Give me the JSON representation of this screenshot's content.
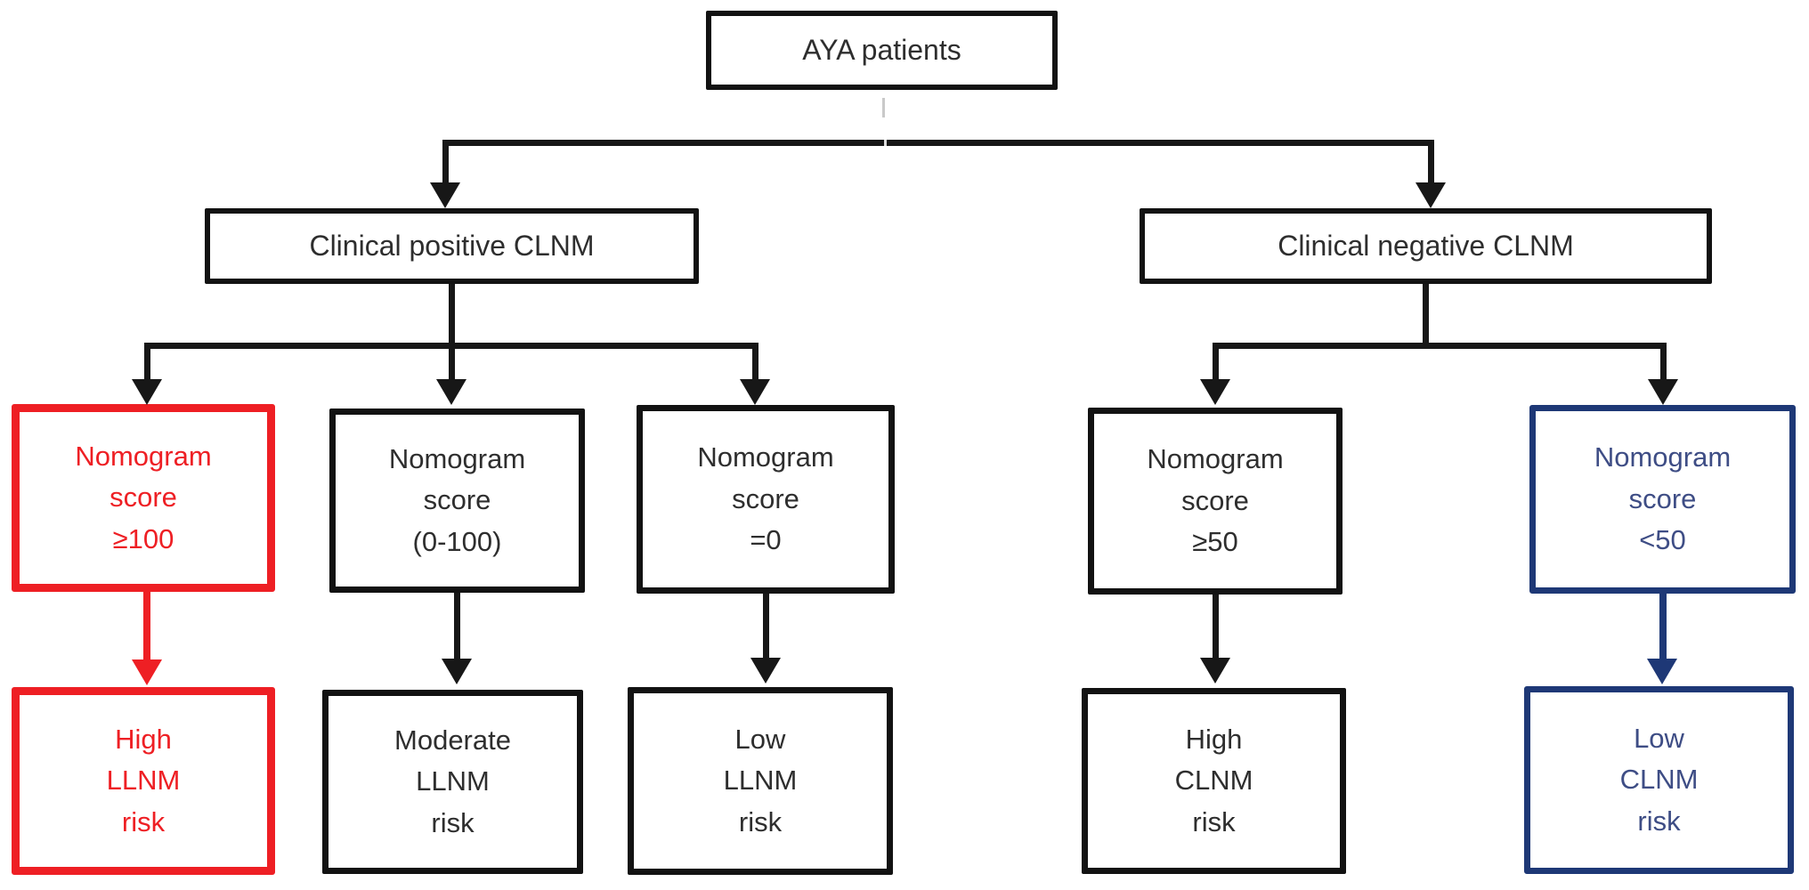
{
  "colors": {
    "line_black": "#171717",
    "border_black": "#121212",
    "text_black": "#2e2e2e",
    "red": "#ee1f24",
    "navy_border": "#1e3876",
    "navy_text": "#3e4d85",
    "background": "#ffffff"
  },
  "nodes": {
    "aya": {
      "label": "AYA patients",
      "color": "black"
    },
    "clinical_positive": {
      "label": "Clinical positive CLNM",
      "color": "black"
    },
    "clinical_negative": {
      "label": "Clinical negative CLNM",
      "color": "black"
    },
    "nomogram_ge100": {
      "label": "Nomogram\nscore\n≥100",
      "color": "red"
    },
    "nomogram_0_100": {
      "label": "Nomogram\nscore\n(0-100)",
      "color": "black"
    },
    "nomogram_eq0": {
      "label": "Nomogram\nscore\n=0",
      "color": "black"
    },
    "nomogram_ge50": {
      "label": "Nomogram\nscore\n≥50",
      "color": "black"
    },
    "nomogram_lt50": {
      "label": "Nomogram\nscore\n<50",
      "color": "navy"
    },
    "high_llnm": {
      "label": "High\nLLNM\nrisk",
      "color": "red"
    },
    "moderate_llnm": {
      "label": "Moderate\nLLNM\nrisk",
      "color": "black"
    },
    "low_llnm": {
      "label": "Low\nLLNM\nrisk",
      "color": "black"
    },
    "high_clnm": {
      "label": "High\nCLNM\nrisk",
      "color": "black"
    },
    "low_clnm": {
      "label": "Low\nCLNM\nrisk",
      "color": "navy"
    }
  },
  "edges": [
    {
      "from": "aya",
      "to": "clinical_positive",
      "color": "black"
    },
    {
      "from": "aya",
      "to": "clinical_negative",
      "color": "black"
    },
    {
      "from": "clinical_positive",
      "to": "nomogram_ge100",
      "color": "black"
    },
    {
      "from": "clinical_positive",
      "to": "nomogram_0_100",
      "color": "black"
    },
    {
      "from": "clinical_positive",
      "to": "nomogram_eq0",
      "color": "black"
    },
    {
      "from": "clinical_negative",
      "to": "nomogram_ge50",
      "color": "black"
    },
    {
      "from": "clinical_negative",
      "to": "nomogram_lt50",
      "color": "black"
    },
    {
      "from": "nomogram_ge100",
      "to": "high_llnm",
      "color": "red"
    },
    {
      "from": "nomogram_0_100",
      "to": "moderate_llnm",
      "color": "black"
    },
    {
      "from": "nomogram_eq0",
      "to": "low_llnm",
      "color": "black"
    },
    {
      "from": "nomogram_ge50",
      "to": "high_clnm",
      "color": "black"
    },
    {
      "from": "nomogram_lt50",
      "to": "low_clnm",
      "color": "navy"
    }
  ]
}
